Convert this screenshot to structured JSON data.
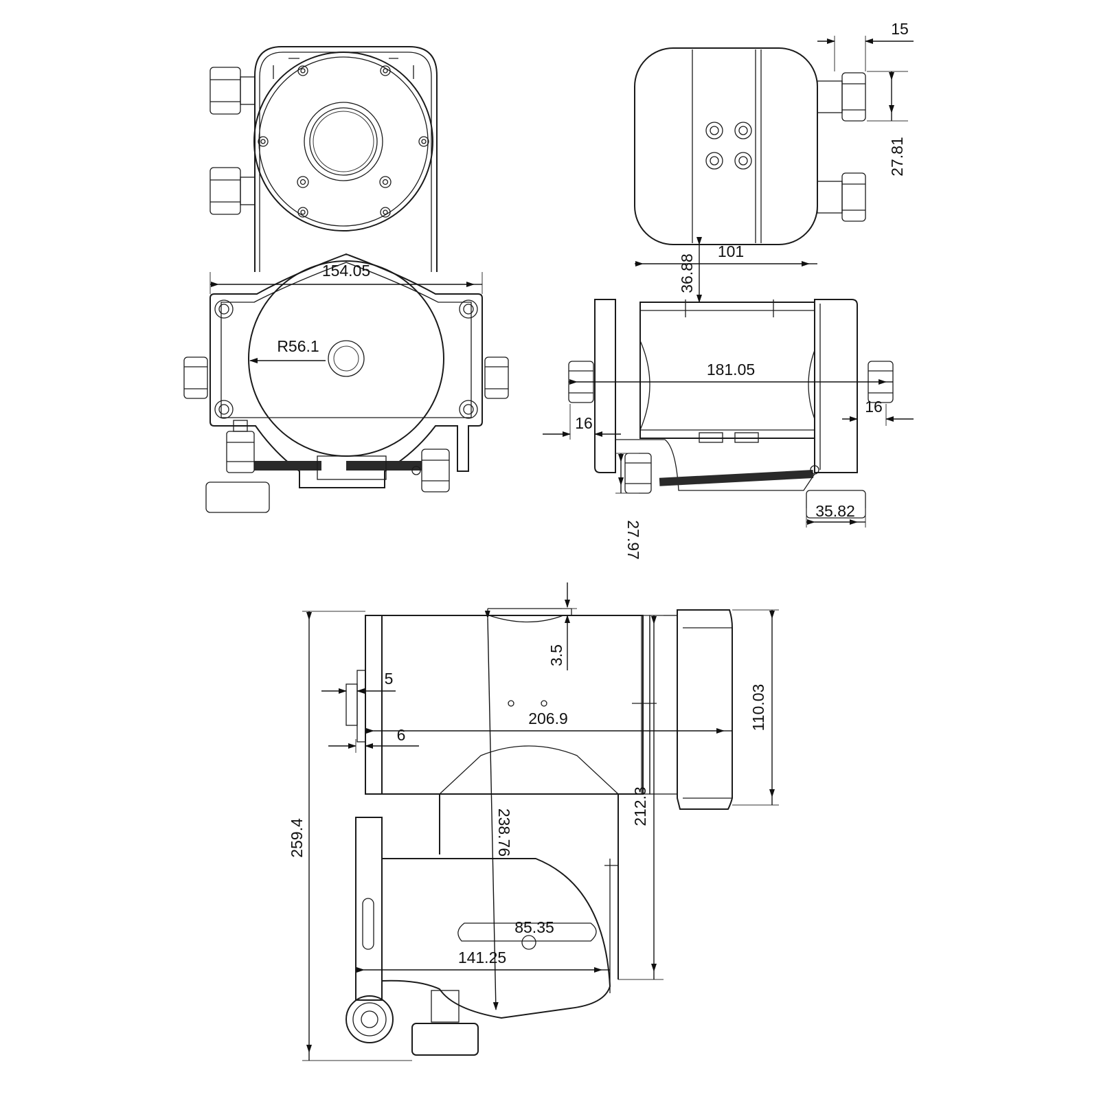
{
  "dimensions": {
    "front_width": "154.05",
    "front_radius": "R56.1",
    "side_top_offset": "15",
    "side_height_upper": "27.81",
    "side_body_width": "101",
    "side_vertical_gap": "36.88",
    "side_total_width": "181.05",
    "side_right_offset": "16",
    "side_left_offset": "16",
    "side_knob_height": "27.97",
    "side_foot_width": "35.82",
    "bottom_total_height": "259.4",
    "bottom_top_gap": "3.5",
    "bottom_knob_offset": "5",
    "bottom_plate_offset": "6",
    "bottom_length": "206.9",
    "bottom_head_height": "110.03",
    "bottom_diagonal": "238.76",
    "bottom_mid_height": "212.3",
    "bottom_slot": "85.35",
    "bottom_bracket_length": "141.25"
  }
}
